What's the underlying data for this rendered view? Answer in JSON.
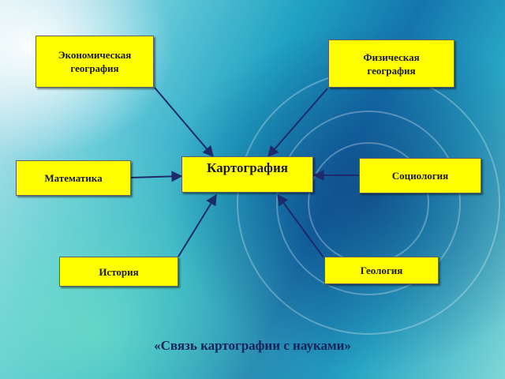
{
  "diagram": {
    "center": "Картография",
    "nodes": {
      "economic": "Экономическая\nгеография",
      "physical": "Физическая\nгеография",
      "math": "Математика",
      "sociology": "Социология",
      "history": "История",
      "geology": "Геология"
    },
    "caption": "«Связь картографии с науками»"
  },
  "colors": {
    "box_fill": "#ffff00",
    "arrow": "#1f2a6b",
    "caption": "#15245a"
  }
}
